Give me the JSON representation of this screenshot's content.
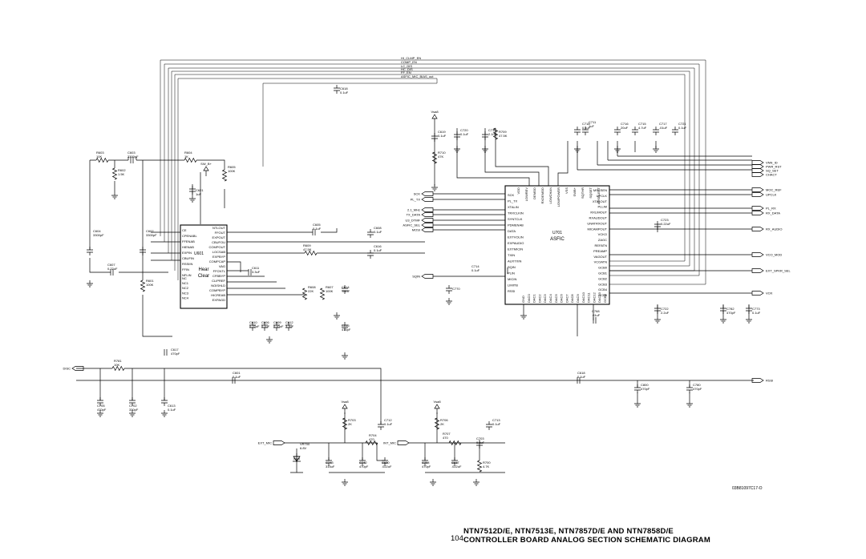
{
  "title_line1": "NTN7512D/E, NTN7513E, NTN7857D/E AND NTN7858D/E",
  "title_line2": "CONTROLLER BOARD ANALOG SECTION SCHEMATIC DIAGRAM",
  "page_number": "104",
  "figure_id": "03B81097C17-O",
  "top_nets": [
    "HI_CLMP_EN",
    "COMP_EN",
    "LC_DIS",
    "HC_DIS",
    "FF_EN",
    "ASFIC_MIC_BIAS_out"
  ],
  "u601": {
    "ref": "U601",
    "name1": "Hear",
    "name2": "Clear",
    "pins_left": [
      "CE",
      "CPENABL",
      "FFENAB",
      "HIENAB",
      "EXPIN",
      "CBUFIN",
      "RSSIIN",
      "FFIN",
      "NFLIN",
      "NC",
      "NC1",
      "NC2",
      "NC3",
      "NC4"
    ],
    "pins_right": [
      "NTLOUT",
      "FFOUT",
      "EXPOUT",
      "CBUFOU",
      "COMPOUT",
      "LOCSAB",
      "EXPBYP",
      "COMPCAP",
      "VAG",
      "FFCNTL",
      "CFBBYP",
      "CLIPREF",
      "NOISHLD",
      "COMPBYP",
      "HICREAB",
      "EXPAGD"
    ]
  },
  "u701": {
    "ref": "U701",
    "name": "ASFIC",
    "pins_left": [
      "SCK",
      "PL_TX",
      "XTALIN",
      "TRXCLKIN",
      "SYNTCLK",
      "PDMENAB",
      "DATA",
      "EXTVOLIN",
      "EXPAUDIO",
      "EXTMICIN",
      "TXIN",
      "AUXTXIN",
      "SQIN",
      "PLIN",
      "MICIN",
      "LIMITB",
      "RSSI"
    ],
    "pins_right": [
      "MSCSEN",
      "UPCLK",
      "XTALOUT",
      "PLLIM",
      "RXLIMOUT",
      "RXAUDOUT",
      "UNATRXOUT",
      "MICAMPOUT",
      "VCKO",
      "ZAGC",
      "REFATN",
      "PREAMP",
      "VAGOUT",
      "VCOATN",
      "GCB0",
      "GCB1",
      "GCB2",
      "GCB3",
      "GCB4",
      "GCB5"
    ],
    "pins_top": [
      "VDD",
      "LOWREV",
      "DEMOD",
      "RXDEMOD",
      "LOWCHAN",
      "LOWPOWER",
      "VSS",
      "SWB+",
      "SQTHR",
      "SQSET",
      "ADSELECT"
    ],
    "pins_bottom": [
      "GND",
      "DAC0",
      "DAC1",
      "DAC2",
      "DAC3",
      "DAC4",
      "DAC5",
      "DAC6",
      "DAC7",
      "DAC8",
      "DAC9",
      "DAC10",
      "DAC11",
      "DAC12",
      "DAC13",
      "GCB6"
    ]
  },
  "left_ports": [
    {
      "label": "SCK"
    },
    {
      "label": "PL_TX"
    },
    {
      "label": "2.1_MHz"
    },
    {
      "label": "TX_DATA"
    },
    {
      "label": "U3_DTMF"
    },
    {
      "label": "ASFIC_SEL"
    },
    {
      "label": "MOSI"
    },
    {
      "label": "SQIN"
    },
    {
      "label": "DISC"
    }
  ],
  "right_ports": [
    {
      "label": "VNN_ID"
    },
    {
      "label": "PWR_RST"
    },
    {
      "label": "SQ_SET"
    },
    {
      "label": "CHACT"
    },
    {
      "label": "MOC_REF"
    },
    {
      "label": "UPCLK"
    },
    {
      "label": "PL_RX"
    },
    {
      "label": "RX_DATA"
    },
    {
      "label": "RX_AUDIO"
    },
    {
      "label": "VCO_MOD"
    },
    {
      "label": "EXT_SPKR_SEL"
    },
    {
      "label": "VOX"
    },
    {
      "label": "RSSI"
    }
  ],
  "bottom_ports": [
    {
      "label": "EXT_MIC"
    },
    {
      "label": "INT_MIC"
    }
  ],
  "components": [
    {
      "ref": "R603",
      "val": "10K"
    },
    {
      "ref": "C603",
      "val": "3300pF"
    },
    {
      "ref": "R604",
      "val": "1K"
    },
    {
      "ref": "R602",
      "val": "1.5K"
    },
    {
      "ref": "R605",
      "val": "100K"
    },
    {
      "ref": "C621",
      "val": "1uF"
    },
    {
      "ref": "C604",
      "val": "3300pF"
    },
    {
      "ref": "C602",
      "val": "3300pF"
    },
    {
      "ref": "C607",
      "val": "0.22uF"
    },
    {
      "ref": "R601",
      "val": "100K"
    },
    {
      "ref": "C618",
      "val": "0.1uF"
    },
    {
      "ref": "C605",
      "val": "0.1uF"
    },
    {
      "ref": "C608",
      "val": "0.1uF"
    },
    {
      "ref": "R609",
      "val": "47.5K"
    },
    {
      "ref": "C616",
      "val": "0.1uF"
    },
    {
      "ref": "C611",
      "val": "3.3uF"
    },
    {
      "ref": "R608",
      "val": "22K"
    },
    {
      "ref": "R607",
      "val": "100K"
    },
    {
      "ref": "C614",
      "val": ".01uF"
    },
    {
      "ref": "C610",
      "val": "0.22uF"
    },
    {
      "ref": "C606",
      "val": "0.1uF"
    },
    {
      "ref": "C609",
      "val": "0.10uF"
    },
    {
      "ref": "C612",
      "val": "3.3uF"
    },
    {
      "ref": "C615",
      "val": "470pF"
    },
    {
      "ref": "C619",
      "val": "0.1uF"
    },
    {
      "ref": "C720",
      "val": "0.1uF"
    },
    {
      "ref": "C710",
      "val": "2.1uF"
    },
    {
      "ref": "R709",
      "val": "47.5K"
    },
    {
      "ref": "R710",
      "val": "47K"
    },
    {
      "ref": "C718",
      "val": "0.1uF"
    },
    {
      "ref": "C711",
      "val": "1uF"
    },
    {
      "ref": "C716",
      "val": "20uF"
    },
    {
      "ref": "C715",
      "val": "4.7uF"
    },
    {
      "ref": "C717",
      "val": ".01uF"
    },
    {
      "ref": "C721",
      "val": "0.1uF"
    },
    {
      "ref": "C723",
      "val": "0.22uF"
    },
    {
      "ref": "C714",
      "val": "0.1uF"
    },
    {
      "ref": "C770",
      "val": ""
    },
    {
      "ref": "C768",
      "val": ".01uF"
    },
    {
      "ref": "C722",
      "val": "2.2uF"
    },
    {
      "ref": "C782",
      "val": "470pF"
    },
    {
      "ref": "C773",
      "val": "0.1uF"
    },
    {
      "ref": "C613",
      "val": "0.1uF"
    },
    {
      "ref": "C601",
      "val": "0.1uF"
    },
    {
      "ref": "R781",
      "val": "10K"
    },
    {
      "ref": "C705",
      "val": "470pF"
    },
    {
      "ref": "C702",
      "val": "330pF"
    },
    {
      "ref": "C617",
      "val": "470pF"
    },
    {
      "ref": "C618b",
      "val": "0.1uF"
    },
    {
      "ref": "C800",
      "val": "470pF"
    },
    {
      "ref": "C780",
      "val": "470pF"
    },
    {
      "ref": "R703",
      "val": "2K"
    },
    {
      "ref": "R704",
      "val": "470"
    },
    {
      "ref": "C712",
      "val": "0.1uF"
    },
    {
      "ref": "VR700",
      "val": "6.8V"
    },
    {
      "ref": "C743",
      "val": "315uF"
    },
    {
      "ref": "C742",
      "val": "470pF"
    },
    {
      "ref": "C620",
      "val": ".022uF"
    },
    {
      "ref": "R706",
      "val": "2K"
    },
    {
      "ref": "R707",
      "val": "470"
    },
    {
      "ref": "C713",
      "val": "0.1uF"
    },
    {
      "ref": "C703",
      "val": "0.1uF"
    },
    {
      "ref": "C704",
      "val": "470pF"
    },
    {
      "ref": "C617b",
      "val": ".022uF"
    },
    {
      "ref": "R700",
      "val": "4.7K"
    }
  ],
  "supplies": [
    "Vsa8",
    "SW_B+",
    "Vsa8",
    "Vsa8"
  ]
}
